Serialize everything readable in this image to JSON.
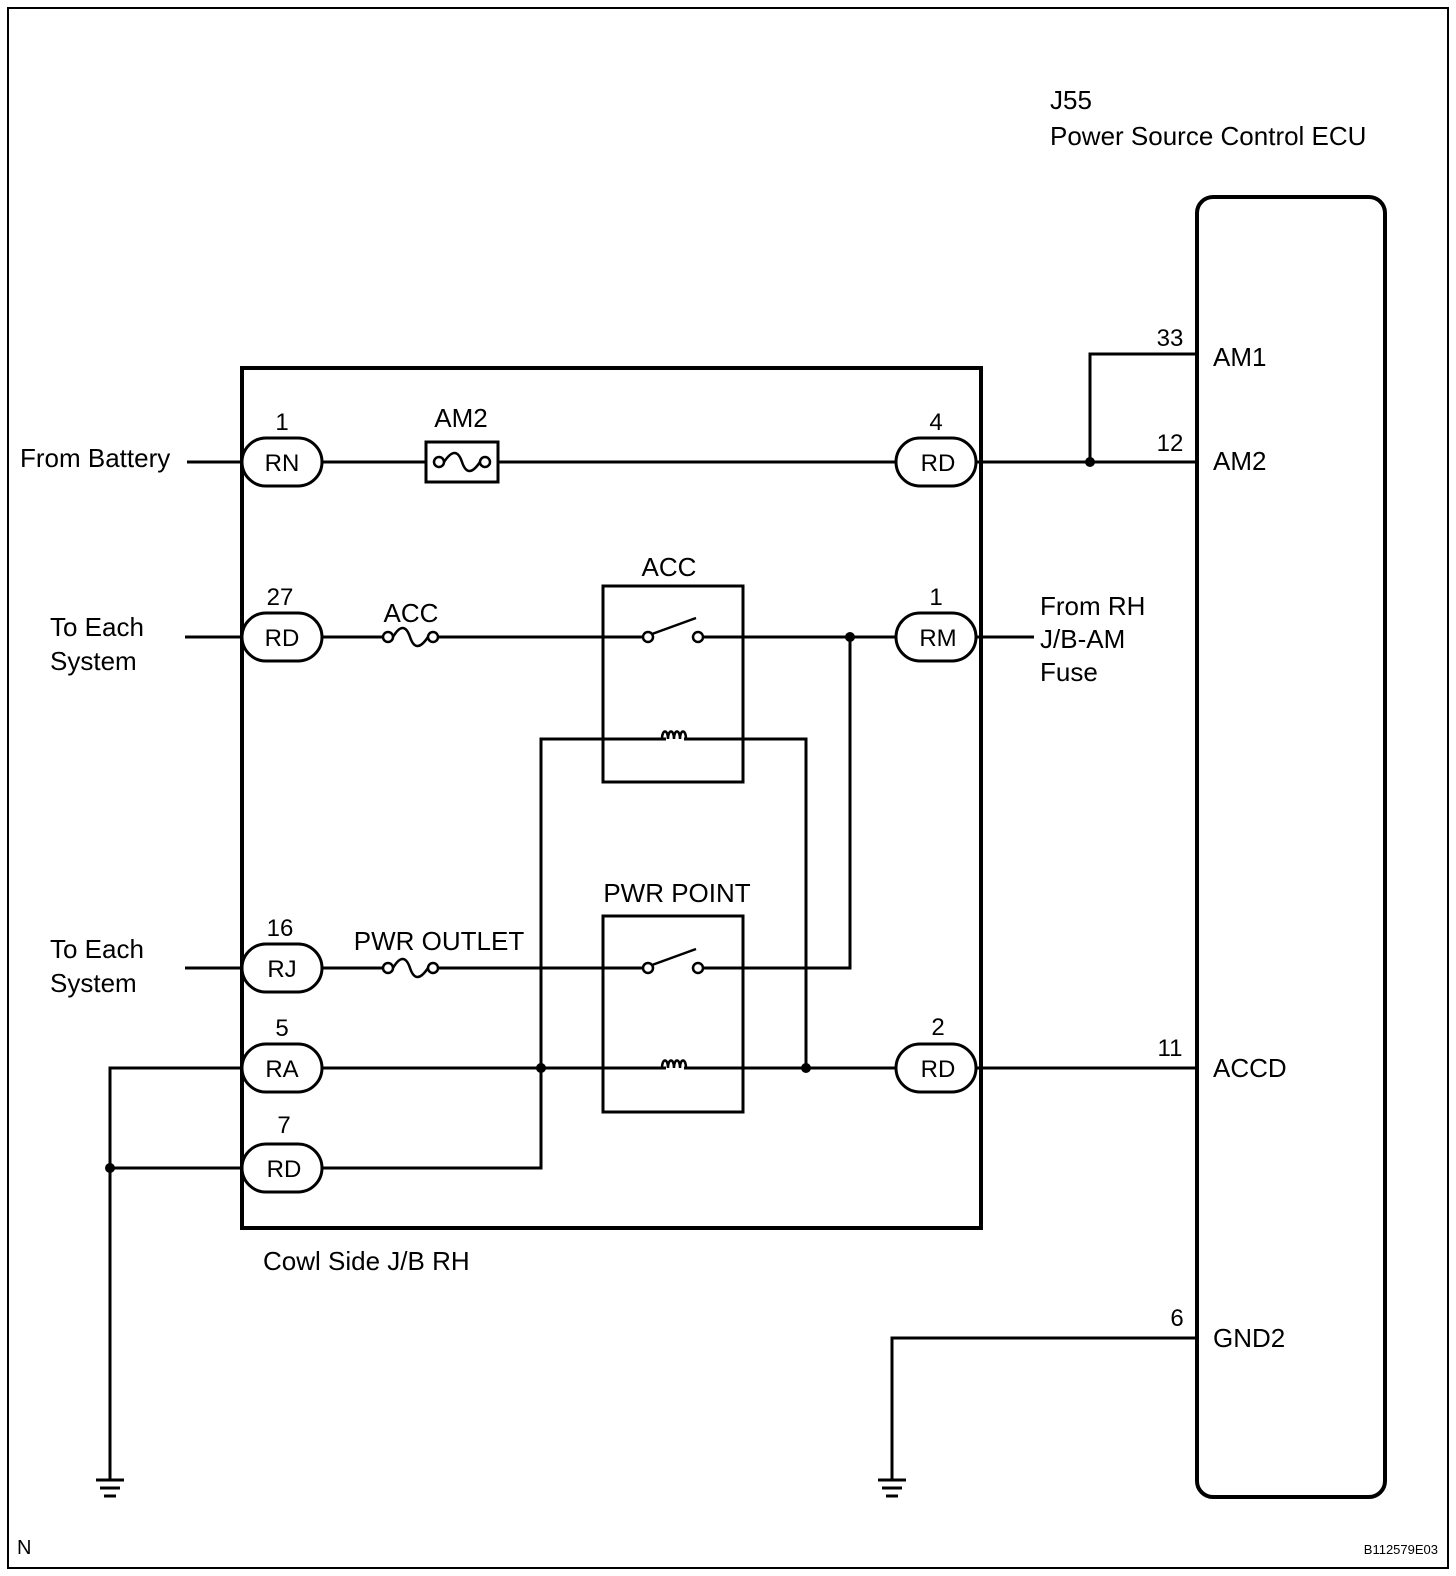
{
  "ecu": {
    "code": "J55",
    "name": "Power Source Control ECU",
    "terminals": [
      {
        "pin": "33",
        "name": "AM1"
      },
      {
        "pin": "12",
        "name": "AM2"
      },
      {
        "pin": "11",
        "name": "ACCD"
      },
      {
        "pin": "6",
        "name": "GND2"
      }
    ]
  },
  "junction_block": {
    "name": "Cowl Side J/B RH",
    "connectors": [
      {
        "pin": "1",
        "code": "RN"
      },
      {
        "pin": "4",
        "code": "RD"
      },
      {
        "pin": "27",
        "code": "RD"
      },
      {
        "pin": "1",
        "code": "RM"
      },
      {
        "pin": "16",
        "code": "RJ"
      },
      {
        "pin": "5",
        "code": "RA"
      },
      {
        "pin": "2",
        "code": "RD"
      },
      {
        "pin": "7",
        "code": "RD"
      }
    ],
    "fuses": {
      "am2": "AM2",
      "acc": "ACC",
      "pwr_outlet": "PWR OUTLET"
    },
    "relays": {
      "acc": "ACC",
      "pwr_point": "PWR POINT"
    }
  },
  "external": {
    "from_battery": "From Battery",
    "to_each_system_1": [
      "To Each",
      "System"
    ],
    "to_each_system_2": [
      "To Each",
      "System"
    ],
    "from_rh": [
      "From RH",
      "J/B-AM",
      "Fuse"
    ]
  },
  "footer": {
    "north": "N",
    "figure_code": "B112579E03"
  }
}
